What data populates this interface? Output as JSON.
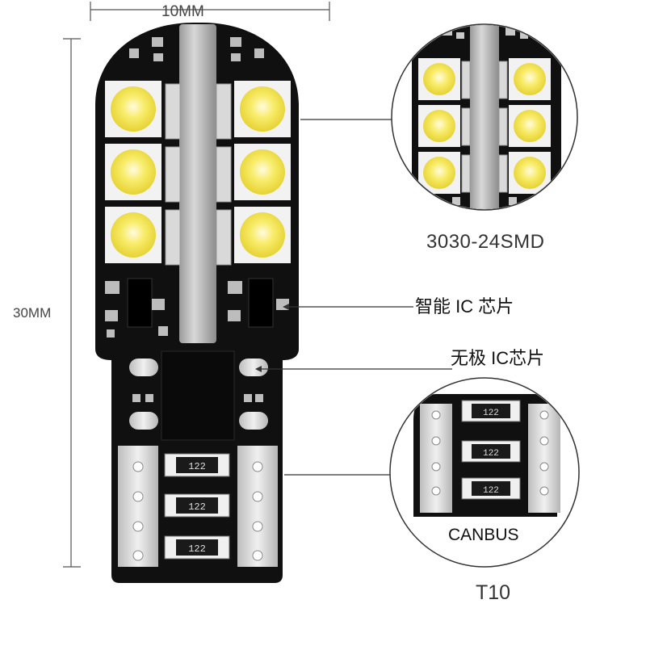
{
  "dimensions": {
    "width_label": "10MM",
    "height_label": "30MM"
  },
  "callouts": {
    "led_type": "3030-24SMD",
    "smart_ic": "智能 IC 芯片",
    "nonpolar_ic": "无极 IC芯片",
    "canbus": "CANBUS"
  },
  "product": {
    "model": "T10"
  },
  "resistor_marking": "122",
  "colors": {
    "pcb": "#101010",
    "led_emitter": "#f5e642",
    "metal": "#c9c9c9",
    "contact_pad": "#dcdcdc"
  }
}
